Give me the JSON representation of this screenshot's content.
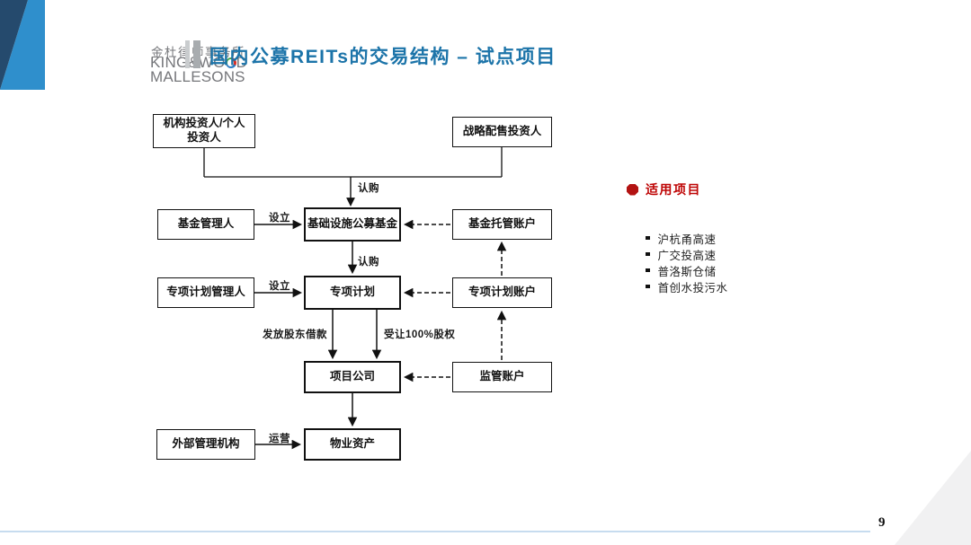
{
  "slide": {
    "logo": {
      "cn": "金杜律师事务所",
      "en_line1_pre": "KING&WO",
      "en_line1_suffix": "D",
      "en_line2": "MALLESONS"
    },
    "title": "国内公募REITs的交易结构 – 试点项目",
    "page_number": "9"
  },
  "diagram": {
    "nodes": [
      {
        "id": "investors-public",
        "label": "机构投资人/个人\n投资人"
      },
      {
        "id": "investors-strategic",
        "label": "战略配售投资人"
      },
      {
        "id": "fund-manager",
        "label": "基金管理人"
      },
      {
        "id": "infra-public-fund",
        "label": "基础设施公募基金"
      },
      {
        "id": "fund-custody-account",
        "label": "基金托管账户"
      },
      {
        "id": "plan-manager",
        "label": "专项计划管理人"
      },
      {
        "id": "special-plan",
        "label": "专项计划"
      },
      {
        "id": "plan-account",
        "label": "专项计划账户"
      },
      {
        "id": "project-company",
        "label": "项目公司"
      },
      {
        "id": "supervision-account",
        "label": "监管账户"
      },
      {
        "id": "external-manager",
        "label": "外部管理机构"
      },
      {
        "id": "property-asset",
        "label": "物业资产"
      }
    ],
    "edges": [
      {
        "from": "investors-public & investors-strategic",
        "to": "infra-public-fund",
        "label": "认购",
        "style": "solid"
      },
      {
        "from": "fund-manager",
        "to": "infra-public-fund",
        "label": "设立",
        "style": "solid"
      },
      {
        "from": "fund-custody-account",
        "to": "infra-public-fund",
        "label": "",
        "style": "dashed"
      },
      {
        "from": "infra-public-fund",
        "to": "special-plan",
        "label": "认购",
        "style": "solid"
      },
      {
        "from": "plan-manager",
        "to": "special-plan",
        "label": "设立",
        "style": "solid"
      },
      {
        "from": "plan-account",
        "to": "special-plan",
        "label": "",
        "style": "dashed"
      },
      {
        "from": "plan-account",
        "to": "fund-custody-account",
        "label": "",
        "style": "dashed"
      },
      {
        "from": "special-plan",
        "to": "project-company",
        "label": "发放股东借款",
        "style": "solid"
      },
      {
        "from": "special-plan",
        "to": "project-company",
        "label": "受让100%股权",
        "style": "solid"
      },
      {
        "from": "supervision-account",
        "to": "project-company",
        "label": "",
        "style": "dashed"
      },
      {
        "from": "supervision-account",
        "to": "plan-account",
        "label": "",
        "style": "dashed"
      },
      {
        "from": "project-company",
        "to": "property-asset",
        "label": "",
        "style": "solid"
      },
      {
        "from": "external-manager",
        "to": "property-asset",
        "label": "运营",
        "style": "solid"
      }
    ]
  },
  "side_panel": {
    "header": "适用项目",
    "items": [
      "沪杭甬高速",
      "广交投高速",
      "普洛斯仓储",
      "首创水投污水"
    ]
  },
  "colors": {
    "title_blue": "#1C74A9",
    "logo_navy": "#254A6D",
    "logo_light_blue": "#2F8FCC",
    "brand_red": "#BE0404",
    "box_border": "#111111",
    "footer_line": "#C7DCEF"
  }
}
